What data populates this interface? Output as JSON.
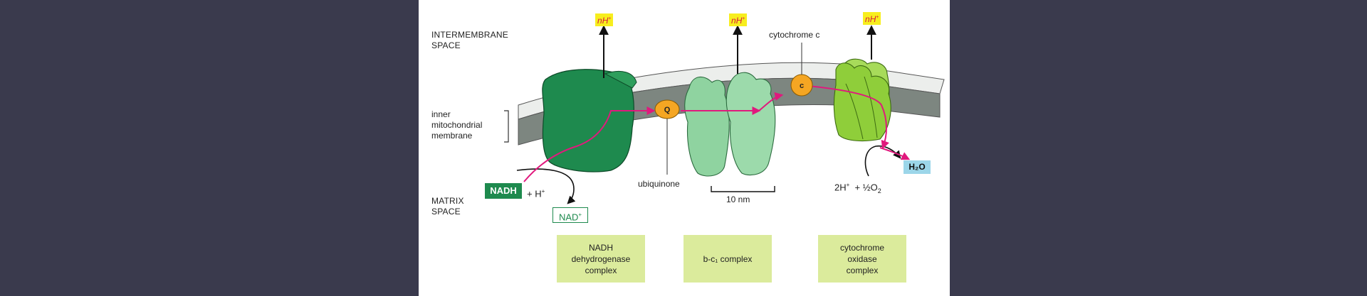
{
  "regions": {
    "intermembrane_line1": "INTERMEMBRANE",
    "intermembrane_line2": "SPACE",
    "membrane_line1": "inner",
    "membrane_line2": "mitochondrial",
    "membrane_line3": "membrane",
    "matrix_line1": "MATRIX",
    "matrix_line2": "SPACE"
  },
  "proton_label": {
    "n": "n",
    "h": "H",
    "plus": "+"
  },
  "carriers": {
    "q": "Q",
    "c": "c",
    "ubiquinone": "ubiquinone",
    "cytochrome_c": "cytochrome c"
  },
  "reaction": {
    "nadh": "NADH",
    "plus_h": "+ H",
    "nad_plus": "NAD",
    "two_h": "2H",
    "half_o2": "+ ½O",
    "h2o": "H₂O"
  },
  "scale_bar": "10 nm",
  "complexes": {
    "nadh_dehydrogenase": "NADH\ndehydrogenase\ncomplex",
    "bc1": "b-c₁ complex",
    "cytochrome_oxidase": "cytochrome\noxidase\ncomplex"
  },
  "colors": {
    "nadh_complex": "#1e8a4e",
    "bc1_complex": "#8fd3a0",
    "oxidase_complex": "#8fce3a",
    "membrane": "#7d8680",
    "carrier": "#f5a623",
    "electron_path": "#e0197d",
    "proton_tag": "#f7ee1e",
    "label_box": "#dbeb9c"
  }
}
